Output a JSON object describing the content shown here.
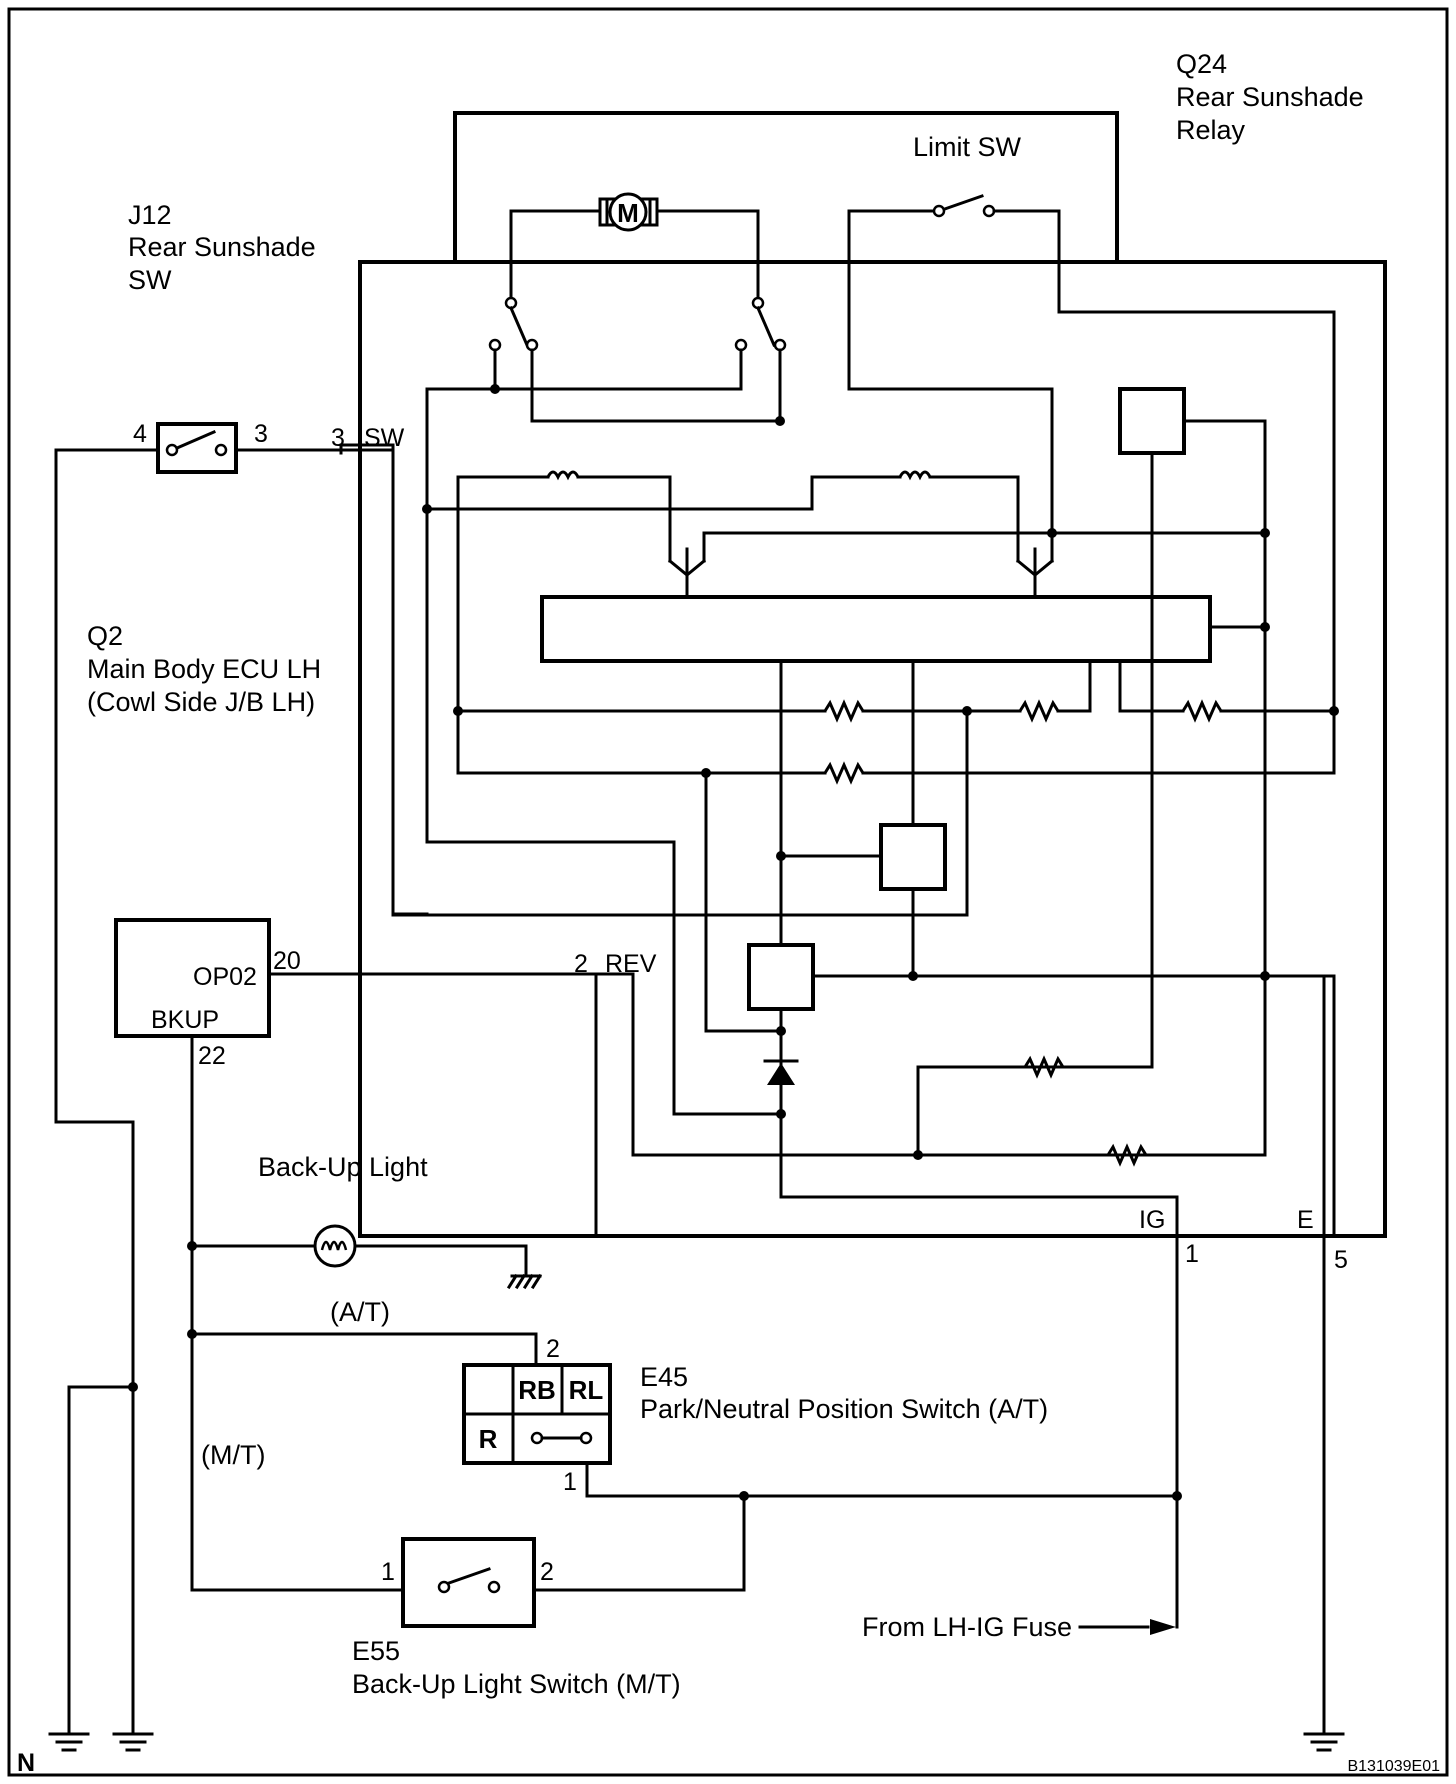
{
  "components": {
    "relay": {
      "ref": "Q24",
      "line1": "Rear Sunshade",
      "line2": "Relay"
    },
    "limit_sw": {
      "label": "Limit SW"
    },
    "sunshade_sw": {
      "ref": "J12",
      "line1": "Rear Sunshade",
      "line2": "SW"
    },
    "ecu": {
      "ref": "Q2",
      "line1": "Main Body ECU LH",
      "line2": "(Cowl Side J/B LH)"
    },
    "ecu_box": {
      "op02": "OP02",
      "bkup": "BKUP"
    },
    "backup_light": {
      "label": "Back-Up Light"
    },
    "pnp_switch": {
      "ref": "E45",
      "name": "Park/Neutral Position Switch (A/T)",
      "col_rb": "RB",
      "col_rl": "RL",
      "row_r": "R"
    },
    "backup_switch": {
      "ref": "E55",
      "name": "Back-Up Light Switch (M/T)"
    },
    "motor": {
      "symbol": "M"
    }
  },
  "pins": {
    "sw4": "4",
    "sw3": "3",
    "relay3": "3",
    "relay_sw": "SW",
    "ecu20": "20",
    "relay2": "2",
    "relay_rev": "REV",
    "ecu22": "22",
    "relay_ig": "IG",
    "relay1": "1",
    "relay_e": "E",
    "relay5": "5",
    "pnp2": "2",
    "pnp1": "1",
    "bls1": "1",
    "bls2": "2"
  },
  "labels": {
    "at": "(A/T)",
    "mt": "(M/T)",
    "fuse": "From LH-IG Fuse",
    "corner_n": "N",
    "figure_code": "B131039E01"
  }
}
